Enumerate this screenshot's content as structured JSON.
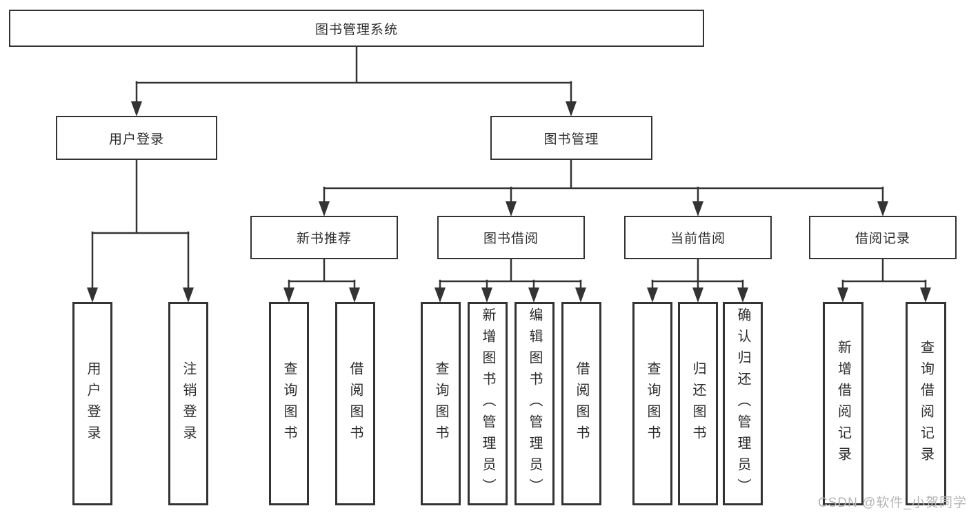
{
  "tree": {
    "root": "图书管理系统",
    "level2": [
      "用户登录",
      "图书管理"
    ],
    "level3": [
      "新书推荐",
      "图书借阅",
      "当前借阅",
      "借阅记录"
    ],
    "leaves_user_login": [
      "用户登录",
      "注销登录"
    ],
    "leaves_new_books": [
      "查询图书",
      "借阅图书"
    ],
    "leaves_book_borrow": [
      "查询图书",
      "新增图书（管理员）",
      "编辑图书（管理员）",
      "借阅图书"
    ],
    "leaves_current_borrow": [
      "查询图书",
      "归还图书",
      "确认归还（管理员）"
    ],
    "leaves_borrow_records": [
      "新增借阅记录",
      "查询借阅记录"
    ]
  },
  "watermark": {
    "text": "CSDN @软件_小贺同学"
  },
  "colors": {
    "line": "#333333",
    "box_border": "#333333",
    "box_fill": "#ffffff",
    "text": "#2b2b2b",
    "watermark": "#b5b5b5",
    "background": "#ffffff"
  }
}
